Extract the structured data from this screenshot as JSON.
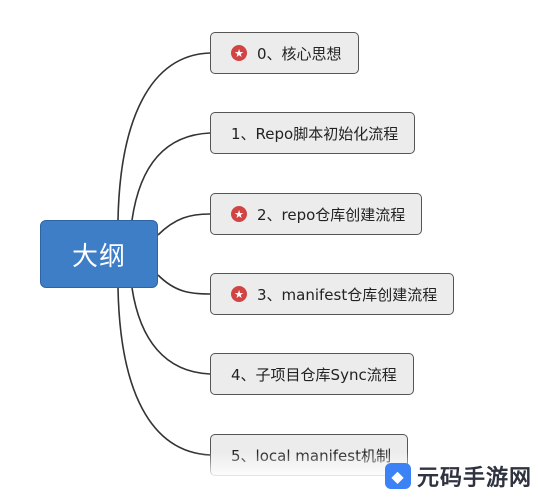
{
  "root": {
    "label": "大纲"
  },
  "branches": [
    {
      "label": "0、核心思想",
      "starred": true
    },
    {
      "label": "1、Repo脚本初始化流程",
      "starred": false
    },
    {
      "label": "2、repo仓库创建流程",
      "starred": true
    },
    {
      "label": "3、manifest仓库创建流程",
      "starred": true
    },
    {
      "label": "4、子项目仓库Sync流程",
      "starred": false
    },
    {
      "label": "5、local manifest机制",
      "starred": false
    }
  ],
  "watermark": {
    "text": "元码手游网"
  },
  "colors": {
    "root_fill": "#3d7ec6",
    "node_fill": "#ececec",
    "star_marker": "#d24343",
    "connector": "#333333"
  },
  "icons": {
    "priority_marker": "star-icon"
  }
}
